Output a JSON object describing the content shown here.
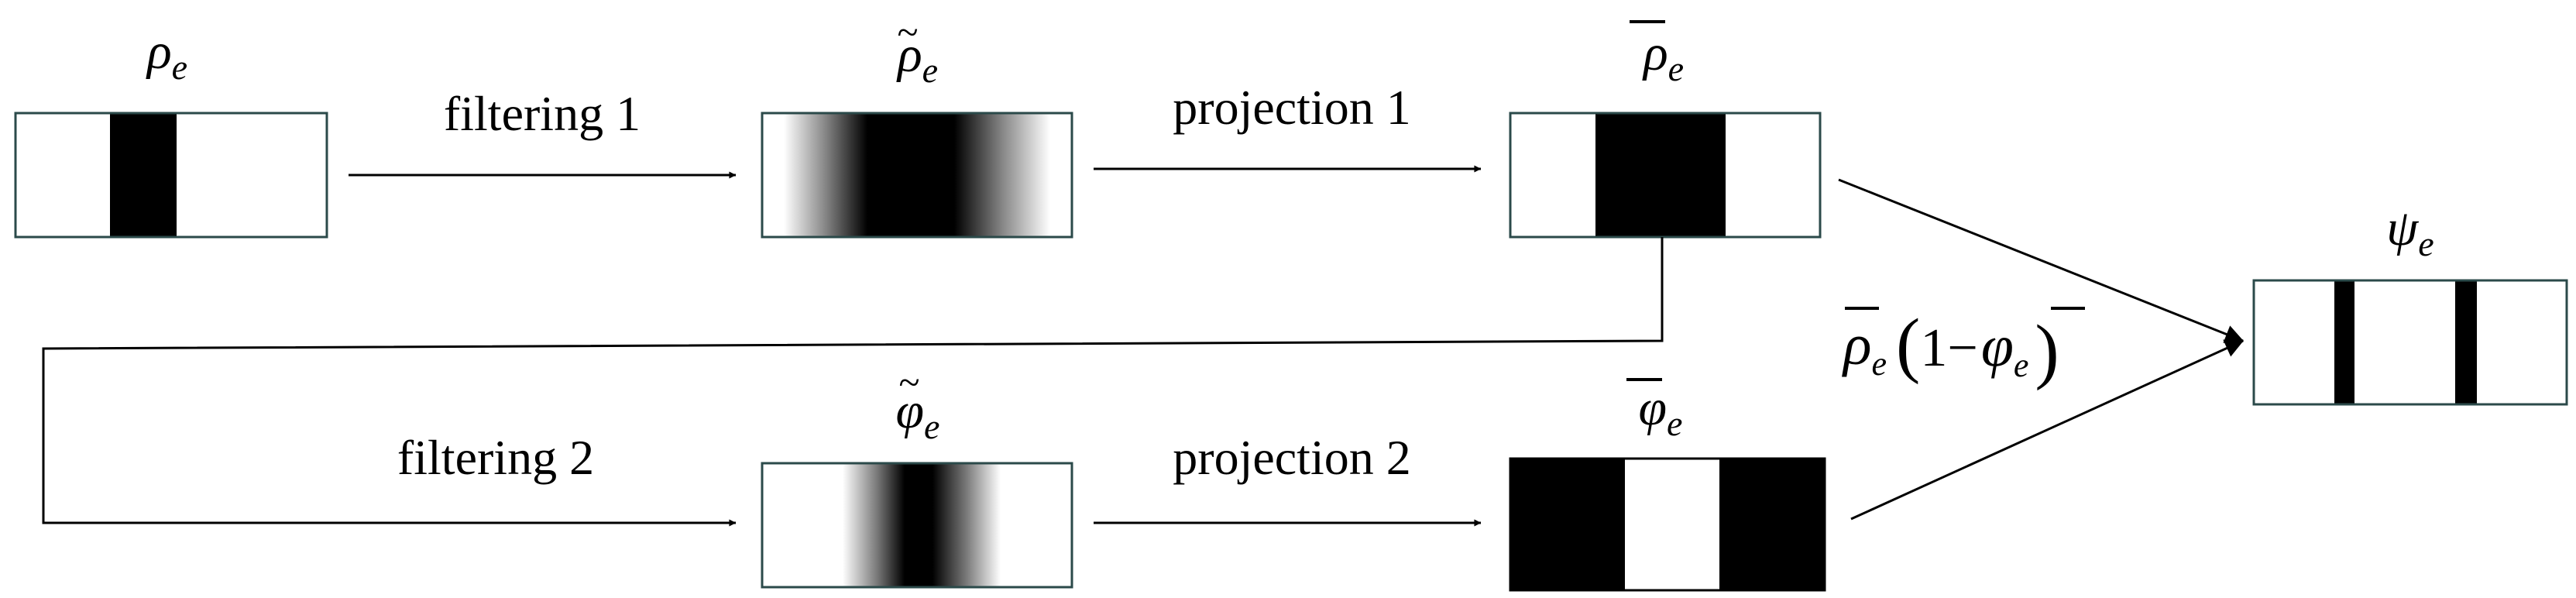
{
  "operations": {
    "filtering_1": "filtering 1",
    "projection_1": "projection 1",
    "filtering_2": "filtering 2",
    "projection_2": "projection 2"
  },
  "symbols": {
    "rho": "ρ",
    "phi": "φ",
    "psi": "ψ",
    "sub_e": "e",
    "tilde": "~",
    "bar": "¯"
  },
  "product_expression": {
    "rho": "ρ",
    "sub_e": "e",
    "open_paren": "(",
    "one_minus": "1−",
    "phi": "φ",
    "close_paren": ")"
  },
  "colors": {
    "fill": "#000000",
    "background": "#ffffff",
    "box_border": "#2b4a4a",
    "arrow": "#000000"
  }
}
